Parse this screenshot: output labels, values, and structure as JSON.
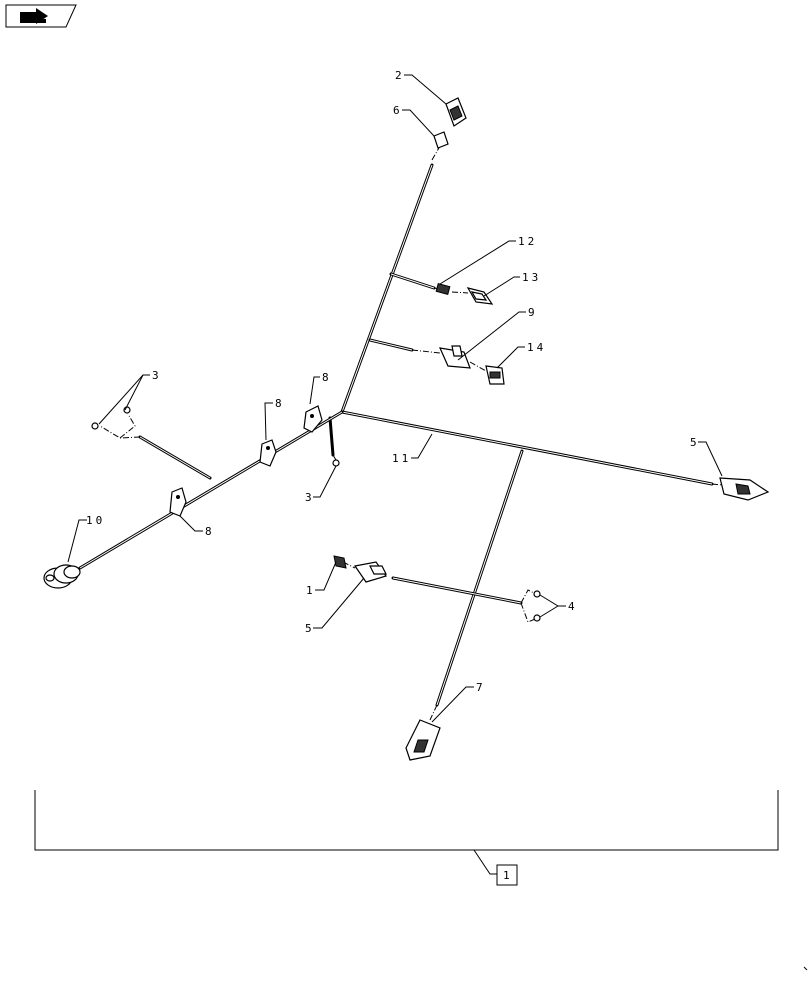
{
  "callouts": {
    "c1": "1",
    "c2": "2",
    "c3a": "3",
    "c3b": "3",
    "c4": "4",
    "c5a": "5",
    "c5b": "5",
    "c6": "6",
    "c7": "7",
    "c8a": "8",
    "c8b": "8",
    "c8c": "8",
    "c9": "9",
    "c10": "10",
    "c11": "11",
    "c12": "12",
    "c13": "13",
    "c14": "14"
  },
  "assembly_ref": "1",
  "icons": {
    "nav": "back-arrow-icon"
  }
}
